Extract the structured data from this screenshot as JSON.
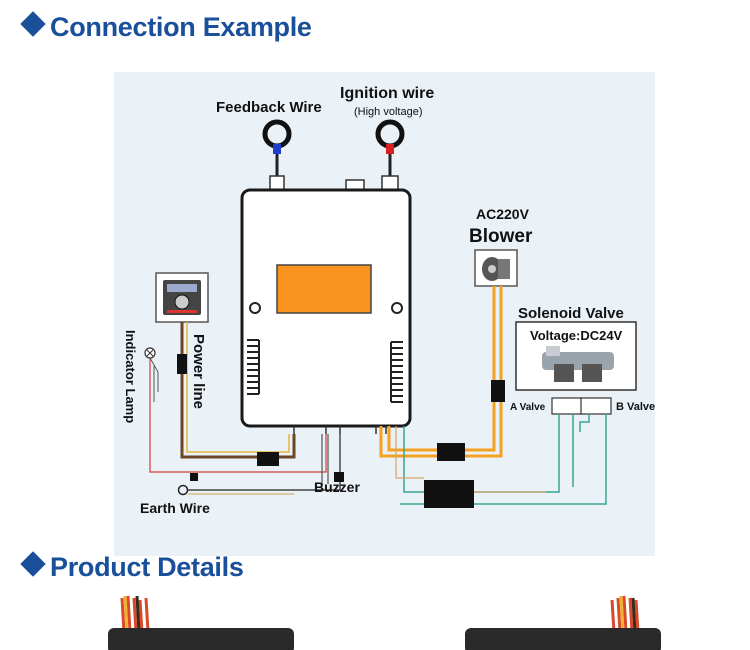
{
  "colors": {
    "heading": "#1a4f9a",
    "diagram_bg": "#eaf1f7",
    "controller_window": "#f7931e",
    "harness_orange": "#f3a11f",
    "wire_brown": "#6b4524",
    "wire_red": "#d0403b",
    "wire_teal": "#3aa590",
    "feedback_tip": "#1f3fcf",
    "ignition_tip": "#d92020"
  },
  "sections": {
    "connection_title": "Connection Example",
    "details_title": "Product Details"
  },
  "diagram": {
    "labels": {
      "feedback_wire": "Feedback Wire",
      "ignition_wire": "Ignition wire",
      "ignition_note": "(High voltage)",
      "blower_voltage": "AC220V",
      "blower": "Blower",
      "solenoid_valve": "Solenoid Valve",
      "valve_voltage": "Voltage:DC24V",
      "a_valve": "A Valve",
      "b_valve": "B Valve",
      "power_line": "Power line",
      "indicator_lamp": "Indicator Lamp",
      "earth_wire": "Earth Wire",
      "buzzer": "Buzzer"
    },
    "icons": {
      "ring_terminal": "ring-terminal-icon",
      "power_meter": "temperature-meter-icon",
      "blower": "blower-motor-icon",
      "lamp": "lamp-icon",
      "earth": "earth-ring-icon",
      "valve": "solenoid-valve-icon"
    }
  }
}
